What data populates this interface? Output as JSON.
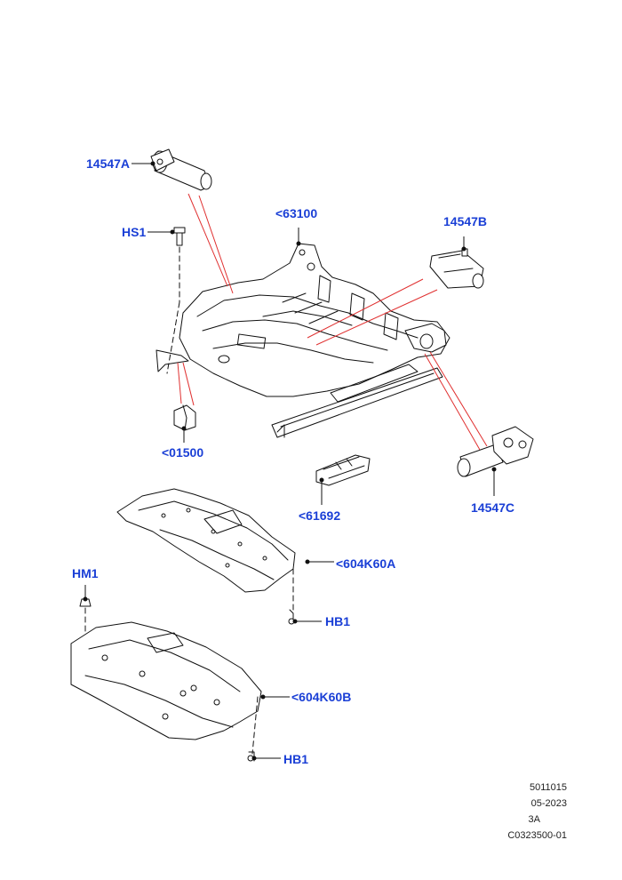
{
  "colors": {
    "callout": "#1a3fd6",
    "line": "#111111",
    "leader": "#e03030",
    "fill": "#ffffff"
  },
  "callouts": {
    "a14547A": "14547A",
    "b63100": "<63100",
    "c14547B": "14547B",
    "dHS1": "HS1",
    "e01500": "<01500",
    "f61692": "<61692",
    "g14547C": "14547C",
    "h604K60A": "<604K60A",
    "iHM1": "HM1",
    "jHB1a": "HB1",
    "k604K60B": "<604K60B",
    "lHB1b": "HB1"
  },
  "footer": {
    "line1": "5011015",
    "line2": "05-2023",
    "line3": "3A",
    "line4": "C0323500-01"
  }
}
